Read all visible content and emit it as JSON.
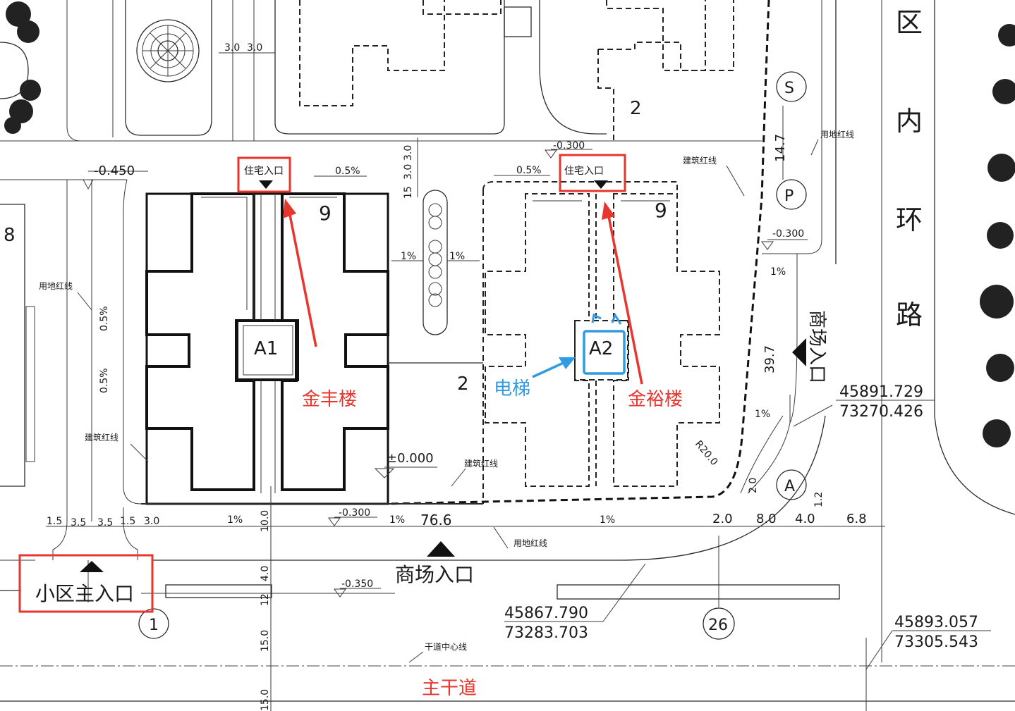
{
  "buildings": {
    "a1_label": "A1",
    "a2_label": "A2",
    "a1_name": "金丰楼",
    "a2_name": "金裕楼",
    "elevator_label": "电梯",
    "floors_a1": "9",
    "floors_a2": "9",
    "floors_north": "2",
    "floors_between": "2",
    "building_left_number": "8"
  },
  "entrances": {
    "residential_entry_a1": "住宅入口",
    "residential_entry_a2": "住宅入口",
    "community_main_entry": "小区主入口",
    "mall_entry_south": "商场入口",
    "mall_entry_east": "商场入口"
  },
  "roads": {
    "inner_ring_road": "区内环路",
    "main_road": "主干道",
    "road_centerline": "干道中心线"
  },
  "lines": {
    "land_red_line": "用地红线",
    "building_red_line": "建筑红线"
  },
  "elevations": {
    "e1": "-0.450",
    "e2": "-0.300",
    "e3": "-0.300",
    "e4": "-0.300",
    "e5": "-0.350",
    "e6": "±0.000"
  },
  "slopes": {
    "s1": "0.5%",
    "s2": "0.5%",
    "s3": "0.5%",
    "s4": "0.5%",
    "s5": "1%",
    "s6": "1%",
    "s7": "1%",
    "s8": "1%",
    "s9": "1%",
    "s10": "1%",
    "s11": "1%"
  },
  "dimensions": {
    "d_top_1": "3.0",
    "d_top_2": "3.0",
    "d_v1": "3.0",
    "d_v2": "3.0",
    "d_v3": "15",
    "d_east_1": "14.7",
    "d_east_2": "39.7",
    "d_bottom_1": "1.5",
    "d_bottom_2": "3.5",
    "d_bottom_3": "3.5",
    "d_bottom_4": "1.5",
    "d_bottom_5": "3.0",
    "d_total": "76.6",
    "d_v4": "10.0",
    "d_v5": "4.0",
    "d_v6": "12",
    "d_v7": "15.0",
    "d_v8": "15.0",
    "d_r1": "2.0",
    "d_r2": "8.0",
    "d_r3": "4.0",
    "d_r4": "6.8",
    "d_r5": "1.2",
    "d_r6": "2.0",
    "radius": "R20.0"
  },
  "coordinates": {
    "c1_x": "45891.729",
    "c1_y": "73270.426",
    "c2_x": "45867.790",
    "c2_y": "73283.703",
    "c3_x": "45893.057",
    "c3_y": "73305.543"
  },
  "markers": {
    "m_s": "S",
    "m_p": "P",
    "m_a": "A",
    "m_1": "1",
    "m_26": "26"
  },
  "colors": {
    "annotation_red": "#e8352e",
    "annotation_blue": "#2f9be0"
  }
}
